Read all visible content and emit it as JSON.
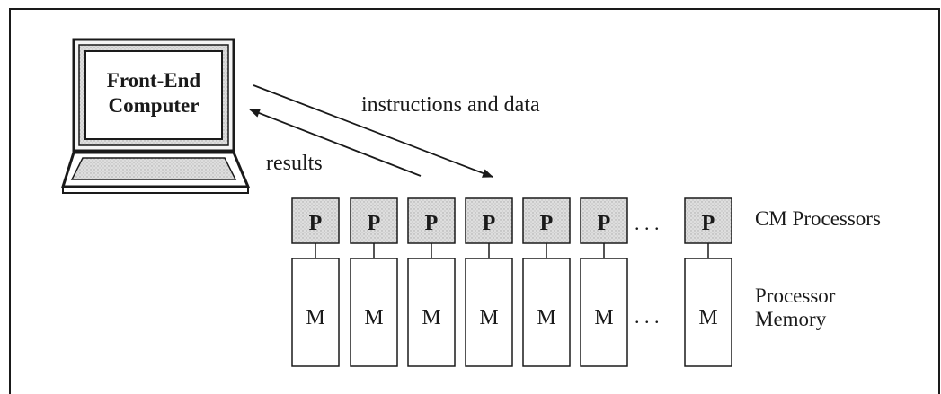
{
  "computer": {
    "line1": "Front-End",
    "line2": "Computer"
  },
  "arrows": {
    "instructions_label": "instructions and data",
    "results_label": "results"
  },
  "processor_label": "P",
  "memory_label": "M",
  "ellipsis": ". . .",
  "processors_caption": "CM Processors",
  "memory_caption": {
    "line1": "Processor",
    "line2": "Memory"
  },
  "processor_count": 7,
  "colors": {
    "ink": "#1a1a1a",
    "processor_fill": "#d9d9d9",
    "screen_fill": "#e6e6e6",
    "keyboard_fill": "#d0d0d0"
  }
}
